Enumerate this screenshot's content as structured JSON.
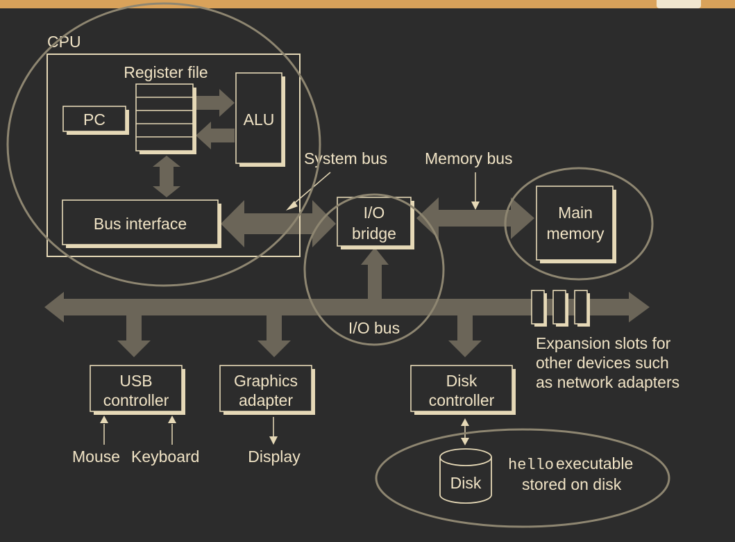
{
  "colors": {
    "background": "#2c2c2c",
    "line": "#e6d9b7",
    "bus": "#6b6558",
    "ring": "#8e8671",
    "topband": "#d9a25a"
  },
  "cpu": {
    "title": "CPU",
    "register_file": "Register file",
    "pc": "PC",
    "alu": "ALU",
    "bus_interface": "Bus interface"
  },
  "buses": {
    "system": "System bus",
    "memory": "Memory bus",
    "io": "I/O bus"
  },
  "io_bridge": {
    "line1": "I/O",
    "line2": "bridge"
  },
  "main_memory": {
    "line1": "Main",
    "line2": "memory"
  },
  "usb": {
    "line1": "USB",
    "line2": "controller",
    "mouse": "Mouse",
    "keyboard": "Keyboard"
  },
  "graphics": {
    "line1": "Graphics",
    "line2": "adapter",
    "display": "Display"
  },
  "disk_controller": {
    "line1": "Disk",
    "line2": "controller"
  },
  "disk": {
    "label": "Disk",
    "program": "hello",
    "note_line1": "executable",
    "note_line2": "stored on disk"
  },
  "expansion": {
    "line1": "Expansion slots for",
    "line2": "other devices such",
    "line3": "as network adapters"
  }
}
